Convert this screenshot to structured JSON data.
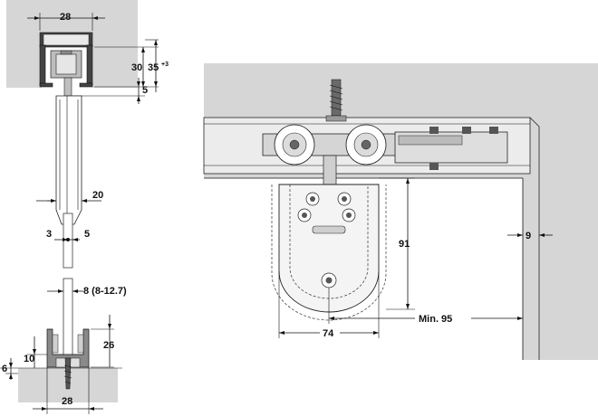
{
  "dimensions": {
    "top_width": "28",
    "height_30": "30",
    "height_35": "35",
    "height_35_sup": "+3",
    "gap_5": "5",
    "panel_20": "20",
    "offset_3": "3",
    "offset_5": "5",
    "glass_8": "8 (8-12.7)",
    "guide_26": "26",
    "guide_10": "10",
    "floor_6": "6",
    "bottom_width": "28",
    "drop_91": "91",
    "min_95": "Min. 95",
    "width_74": "74",
    "gap_9": "9"
  }
}
